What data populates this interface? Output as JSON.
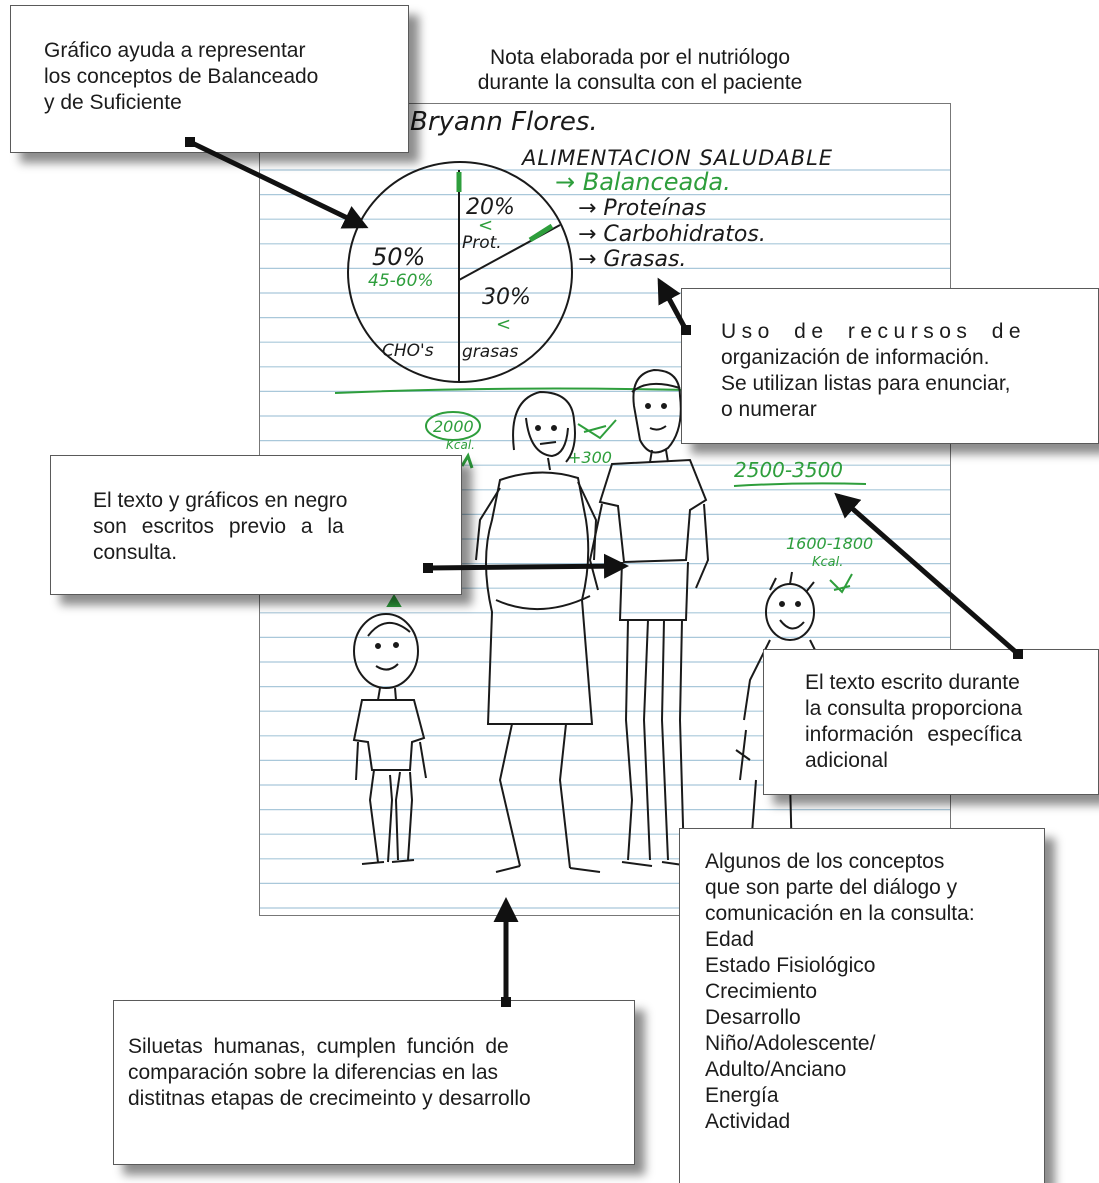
{
  "caption": {
    "line1": "Nota elaborada por el nutriólogo",
    "line2": "durante la consulta con el paciente"
  },
  "callouts": {
    "chart_box": {
      "lines": [
        "Gráfico ayuda a representar",
        "los conceptos de Balanceado",
        "y de Suficiente"
      ]
    },
    "lists_box": {
      "lines": [
        "Uso de recursos de",
        "organización de información.",
        "Se utilizan listas para enunciar,",
        "o numerar"
      ]
    },
    "black_text_box": {
      "lines": [
        "El texto y gráficos en negro",
        "son escritos previo a la",
        "consulta."
      ]
    },
    "during_box": {
      "lines": [
        "El texto escrito durante",
        "la consulta proporciona",
        "información específica",
        "adicional"
      ]
    },
    "concepts_box": {
      "lines": [
        "Algunos de los conceptos",
        "que son parte del diálogo y",
        "comunicación en la consulta:"
      ],
      "items": [
        "Edad",
        "Estado Fisiológico",
        "Crecimiento",
        "Desarrollo",
        "Niño/Adolescente/",
        "Adulto/Anciano",
        "Energía",
        "Actividad"
      ]
    },
    "silhouettes_box": {
      "lines": [
        "Siluetas humanas, cumplen función de",
        "comparación sobre la diferencias en las",
        "distitnas etapas de crecimeinto y desarrollo"
      ]
    }
  },
  "handwriting": {
    "patient_name": "Bryann Flores.",
    "heading": "ALIMENTACION SALUDABLE",
    "list_title": "→ Balanceada.",
    "list_items": [
      "→ Proteínas",
      "→ Carbohidratos.",
      "→ Grasas."
    ],
    "pie_labels": {
      "cho_pct": "50%",
      "cho_range": "45-60%",
      "cho_name": "CHO's",
      "prot_pct": "20%",
      "prot_lt": "<",
      "prot_name": "Prot.",
      "fat_pct": "30%",
      "fat_lt": "<",
      "fat_name": "grasas"
    },
    "kcal_child": "2000",
    "kcal_unit": "Kcal.",
    "plus": "+300",
    "adult_range": "2500-3500",
    "elder_range": "1600-1800",
    "elder_unit": "Kcal."
  },
  "colors": {
    "ink": "#1a1a1a",
    "green_ink": "#2e9e3c",
    "ruled_line": "#a9c8da"
  }
}
